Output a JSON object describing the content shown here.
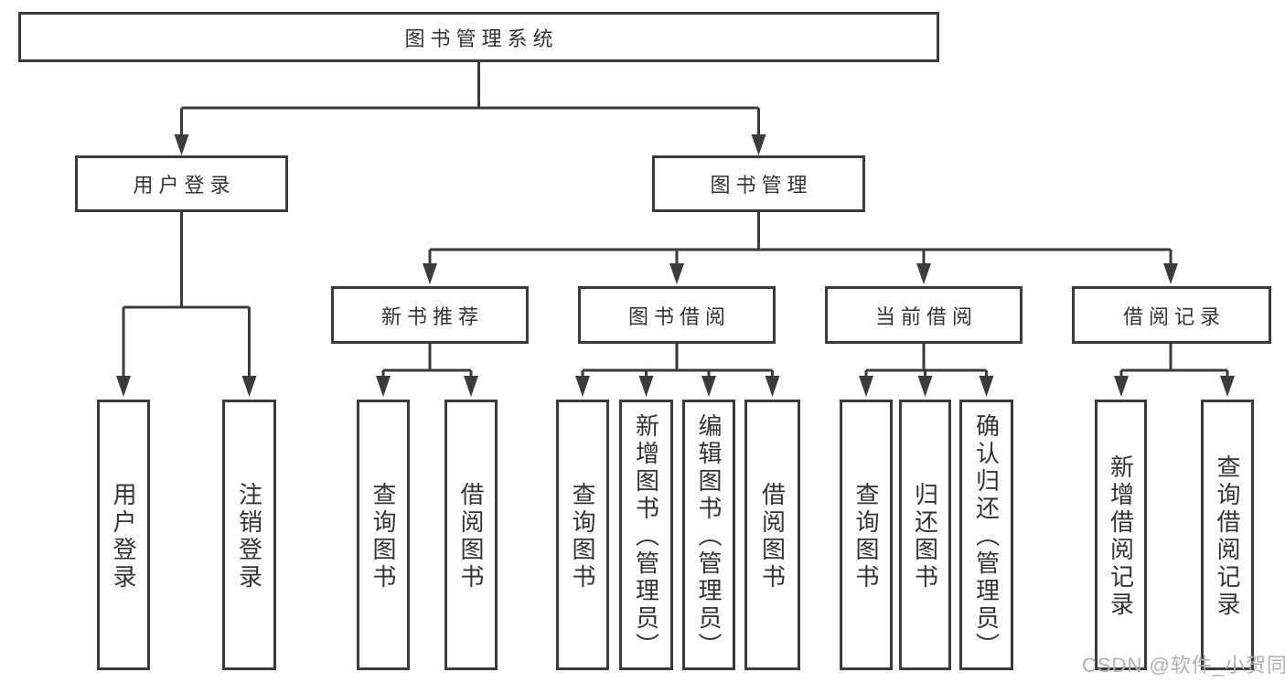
{
  "diagram": {
    "title": "图书管理系统",
    "branches": [
      {
        "label": "用户登录",
        "children": [
          {
            "label": "用户登录"
          },
          {
            "label": "注销登录"
          }
        ]
      },
      {
        "label": "图书管理",
        "children": [
          {
            "label": "新书推荐",
            "children": [
              {
                "label": "查询图书"
              },
              {
                "label": "借阅图书"
              }
            ]
          },
          {
            "label": "图书借阅",
            "children": [
              {
                "label": "查询图书"
              },
              {
                "label": "新增图书（管理员）"
              },
              {
                "label": "编辑图书（管理员）"
              },
              {
                "label": "借阅图书"
              }
            ]
          },
          {
            "label": "当前借阅",
            "children": [
              {
                "label": "查询图书"
              },
              {
                "label": "归还图书"
              },
              {
                "label": "确认归还（管理员）"
              }
            ]
          },
          {
            "label": "借阅记录",
            "children": [
              {
                "label": "新增借阅记录"
              },
              {
                "label": "查询借阅记录"
              }
            ]
          }
        ]
      }
    ]
  },
  "watermark": {
    "text": "CSDN @软件_小贺同学",
    "color": "#b0b0b0"
  },
  "colors": {
    "line": "#3b3b3b",
    "text": "#333333",
    "background": "#ffffff"
  }
}
